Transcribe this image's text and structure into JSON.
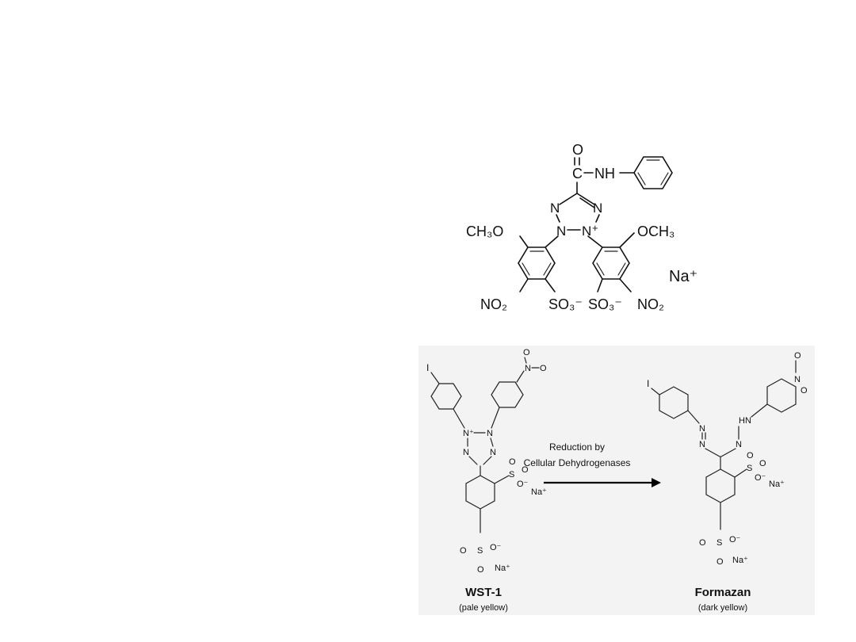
{
  "top_structure": {
    "labels": {
      "carbonyl_o": "O",
      "carbon": "C",
      "amide": "NH",
      "tz_n1": "N",
      "tz_n2": "N",
      "tz_n3": "N",
      "tz_n4": "N",
      "plus": "+",
      "och3_left": "CH₃O",
      "och3_right": "OCH₃",
      "no2_left": "NO₂",
      "so3_left": "SO₃⁻",
      "so3_right": "SO₃⁻",
      "no2_right": "NO₂",
      "na": "Na⁺"
    }
  },
  "reaction": {
    "arrow_line1": "Reduction by",
    "arrow_line2": "Cellular Dehydrogenases",
    "reactant_name": "WST-1",
    "reactant_color": "(pale yellow)",
    "product_name": "Formazan",
    "product_color": "(dark yellow)",
    "atoms": {
      "iodo": "I",
      "n_plus": "N⁺",
      "n": "N",
      "o": "O",
      "s": "S",
      "o_minus": "O⁻",
      "na_plus": "Na⁺",
      "hn": "HN"
    }
  }
}
